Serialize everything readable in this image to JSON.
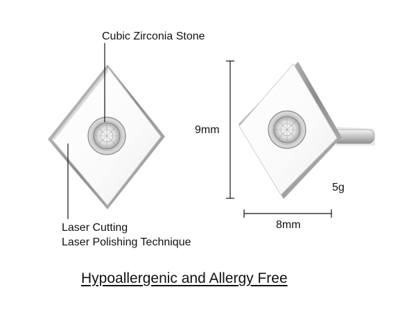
{
  "annotations": {
    "stone_label": "Cubic Zirconia Stone",
    "laser_cutting": "Laser Cutting",
    "laser_polishing": "Laser Polishing Technique"
  },
  "dimensions": {
    "height": "9mm",
    "width": "8mm",
    "weight": "5g"
  },
  "footer": {
    "text": "Hypoallergenic and Allergy Free"
  },
  "colors": {
    "metal_light": "#fbfbfb",
    "metal_edge": "#9a9a9a",
    "line": "#111111"
  }
}
